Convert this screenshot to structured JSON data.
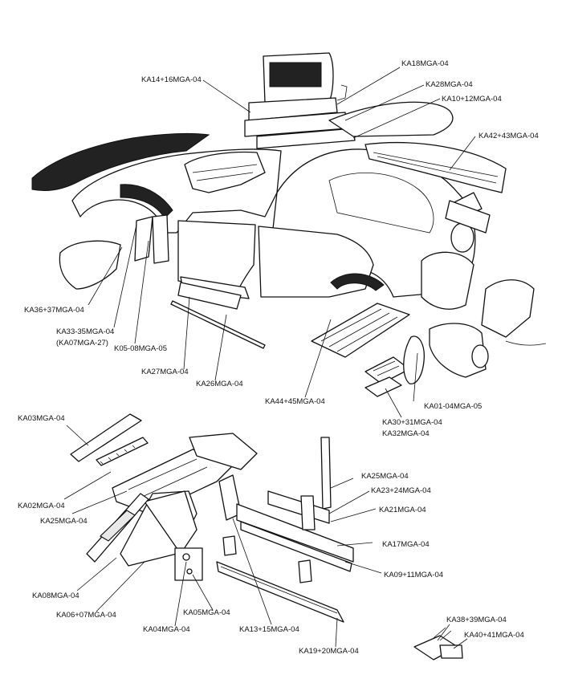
{
  "labels": {
    "ka18": "KA18MGA-04",
    "ka14": "KA14+16MGA-04",
    "ka28": "KA28MGA-04",
    "ka10": "KA10+12MGA-04",
    "ka42": "KA42+43MGA-04",
    "ka36": "KA36+37MGA-04",
    "ka33": "KA33-35MGA-04",
    "ka07": "(KA07MGA-27)",
    "k05": "K05-08MGA-05",
    "ka27": "KA27MGA-04",
    "ka26": "KA26MGA-04",
    "ka44": "KA44+45MGA-04",
    "ka01": "KA01-04MGA-05",
    "ka30": "KA30+31MGA-04",
    "ka32": "KA32MGA-04",
    "ka03": "KA03MGA-04",
    "ka02": "KA02MGA-04",
    "ka25a": "KA25MGA-04",
    "ka25b": "KA25MGA-04",
    "ka23": "KA23+24MGA-04",
    "ka21": "KA21MGA-04",
    "ka17": "KA17MGA-04",
    "ka09": "KA09+11MGA-04",
    "ka08": "KA08MGA-04",
    "ka06": "KA06+07MGA-04",
    "ka05": "KA05MGA-04",
    "ka04": "KA04MGA-04",
    "ka13": "KA13+15MGA-04",
    "ka19": "KA19+20MGA-04",
    "ka38": "KA38+39MGA-04",
    "ka40": "KA40+41MGA-04"
  }
}
